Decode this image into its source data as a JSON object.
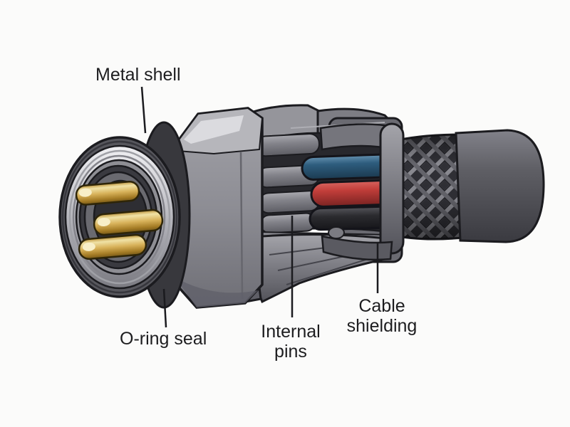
{
  "figure": {
    "background": "#fbfbfa",
    "outline_color": "#1b1b1f",
    "annotations": [
      {
        "id": "metal-shell",
        "text": "Metal shell"
      },
      {
        "id": "o-ring-seal",
        "text": "O-ring seal"
      },
      {
        "id": "internal-pins",
        "lines": [
          "Internal",
          "pins"
        ]
      },
      {
        "id": "cable-shielding",
        "lines": [
          "Cable",
          "shielding"
        ]
      }
    ],
    "colors": {
      "metal_highlight": "#dbdbdf",
      "metal_light": "#b6b6bb",
      "metal_mid": "#8e8e94",
      "metal_dark": "#55555b",
      "o_ring": "#38383d",
      "pin_gold": "#d8b25a",
      "wire_blue": "#2e5d7e",
      "wire_red": "#c23e3a",
      "wire_black": "#2b2b2f",
      "braid_strand": "#8a8a91",
      "cable_jacket": "#5f5f65"
    }
  }
}
